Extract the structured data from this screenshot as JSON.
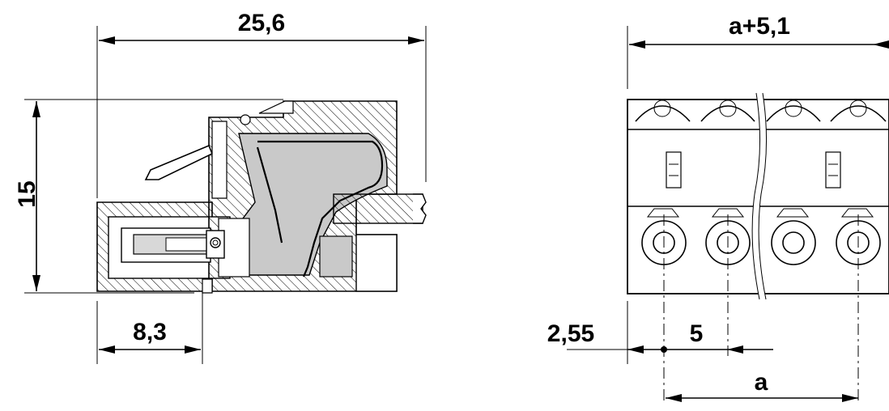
{
  "dimensions": {
    "overall_length": "25,6",
    "height": "15",
    "offset": "8,3",
    "front_width": "a+5,1",
    "edge_to_pin": "2,55",
    "pitch": "5",
    "span": "a"
  }
}
